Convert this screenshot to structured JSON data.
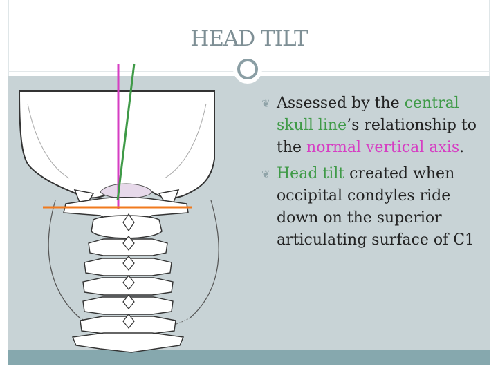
{
  "slide": {
    "title": "HEAD TILT",
    "bullets": [
      {
        "parts": [
          {
            "text": "Assessed by the ",
            "style": "plain"
          },
          {
            "text": "central skull line",
            "style": "green"
          },
          {
            "text": "’s relationship to the ",
            "style": "plain"
          },
          {
            "text": "normal vertical axis",
            "style": "pink"
          },
          {
            "text": ".",
            "style": "plain"
          }
        ]
      },
      {
        "parts": [
          {
            "text": "Head tilt",
            "style": "green"
          },
          {
            "text": " created when occipital condyles ride down on the superior articulating surface of C1",
            "style": "plain"
          }
        ]
      }
    ]
  },
  "colors": {
    "central_skull_line": "#3f9a47",
    "normal_vertical_axis": "#d63ec3",
    "horizontal_line": "#f07a1e",
    "panel_background": "#c8d3d6",
    "footer_bar": "#86a8ae",
    "title_text": "#7e8f95"
  },
  "figure": {
    "description_icon": "skull-base-and-cervical-spine-illustration"
  }
}
